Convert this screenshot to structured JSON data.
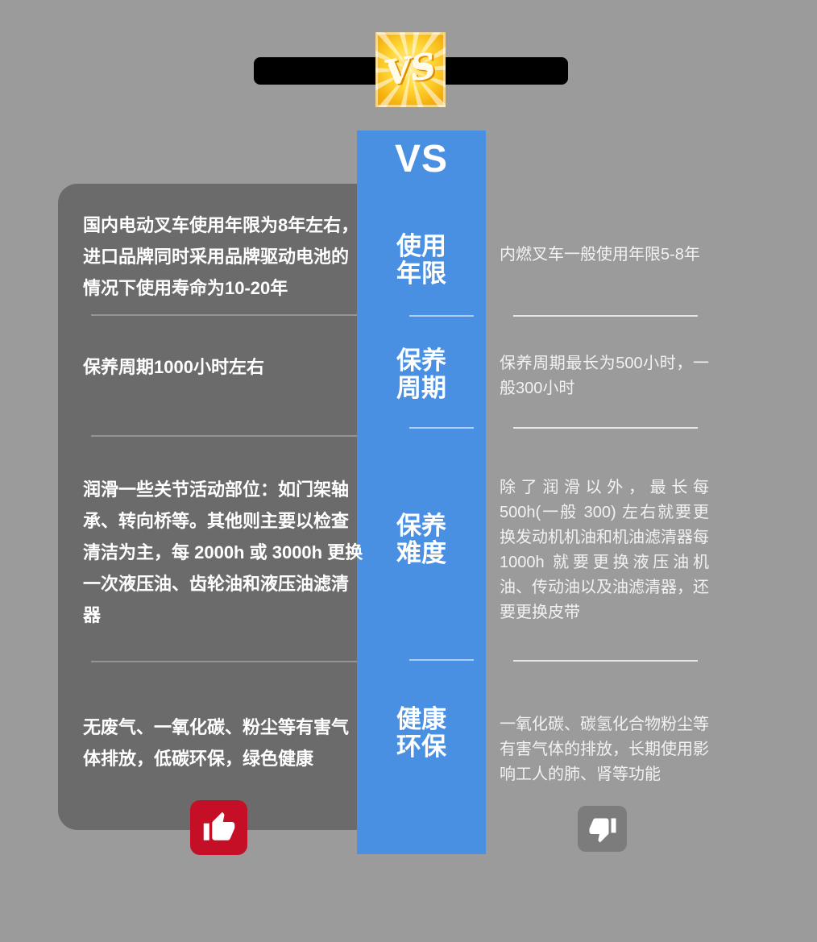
{
  "theme": {
    "page_bg": "#9b9b9b",
    "panel_bg": "#6b6b6b",
    "blue": "#4a90e2",
    "banner_bg": "#000000",
    "badge_gold": "#f5ae0a",
    "thumb_up_bg": "#c40f26",
    "thumb_down_bg": "#7c7c7c",
    "left_text": "#ffffff",
    "right_text": "#f2f2f2"
  },
  "header": {
    "badge_label": "VS"
  },
  "column": {
    "header": "VS"
  },
  "rows": [
    {
      "category_line1": "使用",
      "category_line2": "年限",
      "left": "国内电动叉车使用年限为8年左右，进口品牌同时采用品牌驱动电池的情况下使用寿命为10-20年",
      "right": "内燃叉车一般使用年限5-8年"
    },
    {
      "category_line1": "保养",
      "category_line2": "周期",
      "left": "保养周期1000小时左右",
      "right": "保养周期最长为500小时，一般300小时"
    },
    {
      "category_line1": "保养",
      "category_line2": "难度",
      "left": "润滑一些关节活动部位：如门架轴承、转向桥等。其他则主要以检查清洁为主，每 2000h 或 3000h 更换一次液压油、齿轮油和液压油滤清器",
      "right": "除了润滑以外，最长每 500h(一般 300) 左右就要更换发动机机油和机油滤清器每 1000h 就要更换液压油机油、传动油以及油滤清器，还要更换皮带"
    },
    {
      "category_line1": "健康",
      "category_line2": "环保",
      "left": "无废气、一氧化碳、粉尘等有害气体排放，低碳环保，绿色健康",
      "right": "一氧化碳、碳氢化合物粉尘等有害气体的排放，长期使用影响工人的肺、肾等功能"
    }
  ],
  "icons": {
    "vs_badge": "gold-starburst-vs",
    "thumb_up": "thumbs-up",
    "thumb_down": "thumbs-down"
  }
}
